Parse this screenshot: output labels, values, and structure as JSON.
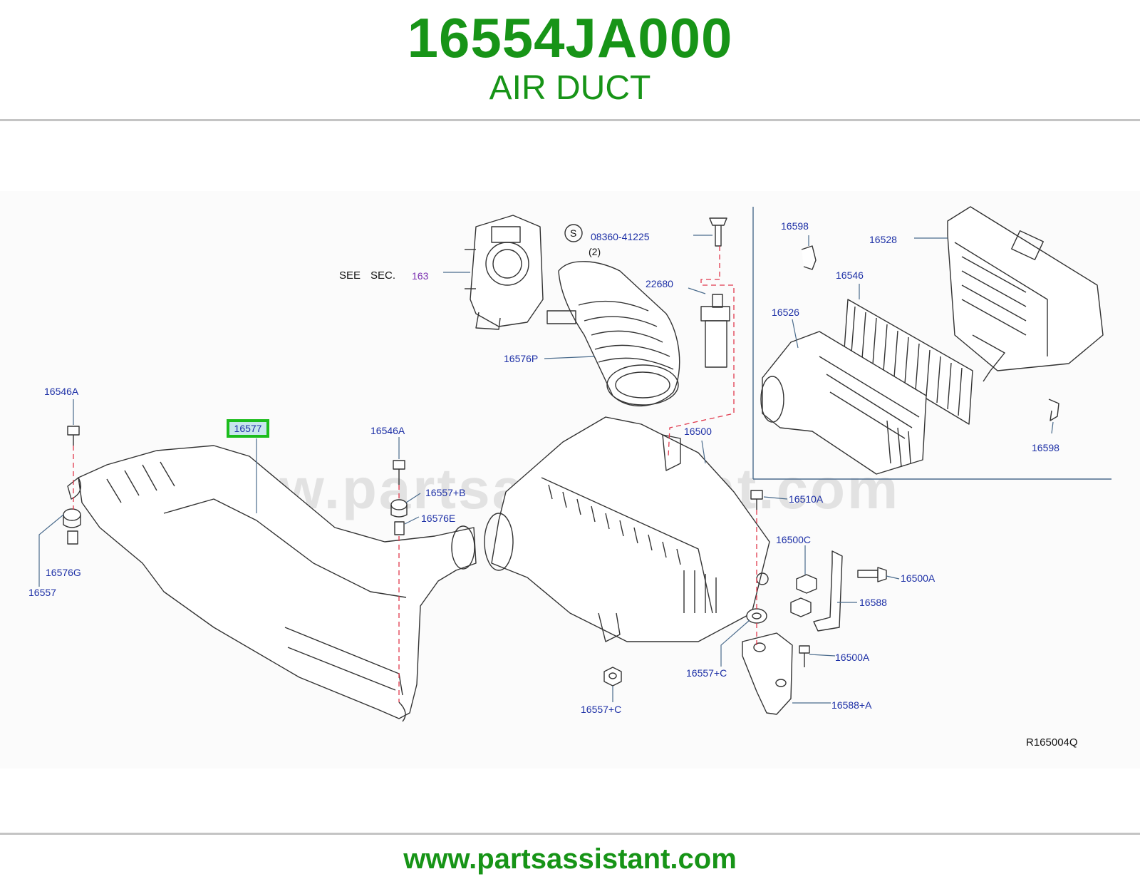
{
  "header": {
    "part_number": "16554JA000",
    "description": "AIR DUCT",
    "part_number_color": "#179417",
    "description_color": "#179417"
  },
  "footer": {
    "url": "www.partsassistant.com",
    "color": "#179417"
  },
  "watermark": "www.partsassistant.com",
  "diagram": {
    "label_color": "#1c2fa6",
    "leader_color": "#4a6b8c",
    "dash_color": "#e0384c",
    "highlight_color": "#1cbd1c",
    "highlighted_part": "16577",
    "reference_code": "R165004Q",
    "see_word": "SEE",
    "sec_word": "SEC.",
    "sec_number": "163",
    "screw_symbol": "S",
    "screw_qty": "(2)",
    "labels": {
      "l_08360_41225": "08360-41225",
      "l_22680": "22680",
      "l_16576P": "16576P",
      "l_16598_top": "16598",
      "l_16528": "16528",
      "l_16546": "16546",
      "l_16526": "16526",
      "l_16598_right": "16598",
      "l_16546A_left": "16546A",
      "l_16546A_mid": "16546A",
      "l_16557_b": "16557+B",
      "l_16576E": "16576E",
      "l_16576G": "16576G",
      "l_16557": "16557",
      "l_16500": "16500",
      "l_16510A": "16510A",
      "l_16500C": "16500C",
      "l_16500A_top": "16500A",
      "l_16588": "16588",
      "l_16500A_bottom": "16500A",
      "l_16557_c_mid": "16557+C",
      "l_16557_c_bottom": "16557+C",
      "l_16588_a": "16588+A"
    }
  }
}
